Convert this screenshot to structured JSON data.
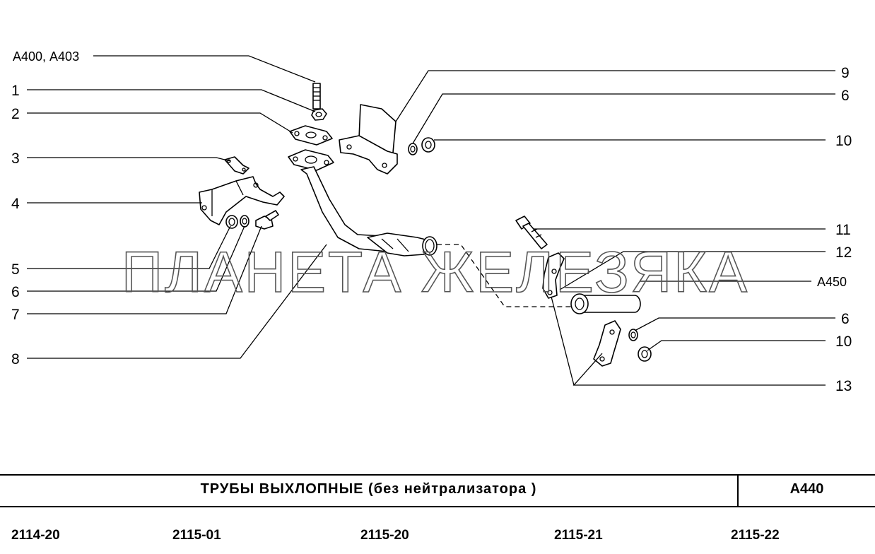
{
  "callouts": {
    "a400": "А400, А403",
    "n1": "1",
    "n2": "2",
    "n3": "3",
    "n4": "4",
    "n5": "5",
    "n6a": "6",
    "n7": "7",
    "n8": "8",
    "n9": "9",
    "n6b": "6",
    "n10a": "10",
    "n11": "11",
    "n12": "12",
    "a450": "А450",
    "n6c": "6",
    "n10b": "10",
    "n13": "13"
  },
  "watermark": "ПЛАНЕТА ЖЕЛЕЗЯКА",
  "footer": {
    "title": "ТРУБЫ  ВЫХЛОПНЫЕ  (без  нейтрализатора )",
    "code": "А440",
    "models": [
      "2114-20",
      "2115-01",
      "2115-20",
      "2115-21",
      "2115-22"
    ]
  }
}
